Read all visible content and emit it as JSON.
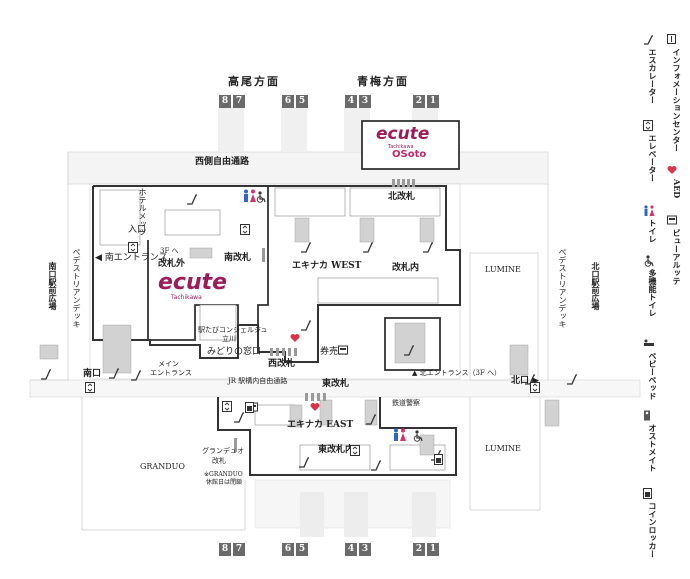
{
  "directions": {
    "takao": "高尾方面",
    "ome": "青梅方面"
  },
  "platforms_top": [
    "8",
    "7",
    "6",
    "5",
    "4",
    "3",
    "2",
    "1"
  ],
  "platforms_bottom": [
    "8",
    "7",
    "6",
    "5",
    "4",
    "3",
    "2",
    "1"
  ],
  "ecute_osoto": {
    "brand": "ecute",
    "sub": "Tachikawa",
    "name": "OSoto"
  },
  "ecute_main": {
    "brand": "ecute",
    "sub": "Tachikawa"
  },
  "labels": {
    "west_passage": "西側自由通路",
    "south_plaza": "南口駅前広場",
    "south_deck": "ペデストリアンデッキ",
    "north_deck": "ペデストリアンデッキ",
    "north_plaza": "北口駅前広場",
    "hotel_mets": "ホテルメッツ",
    "iriguchi": "入口",
    "to_3f": "3F へ",
    "outside_gate": "改札外",
    "south_entrance": "◀ 南エントランス",
    "south_gate": "南改札",
    "north_gate": "北改札",
    "ekinaka_west": "エキナカ WEST",
    "inside_gate": "改札内",
    "lumine_top": "LUMINE",
    "lumine_bottom": "LUMINE",
    "concierge": "駅たびコンシェルジュ",
    "concierge_place": "立川",
    "midori": "みどりの窓口",
    "ticket_machine": "券売機",
    "west_gate": "西改札",
    "main_entrance": "メイン",
    "main_entrance_2": "エントランス",
    "minami_guchi": "南口",
    "north_entrance": "▲ 北エントランス（3F へ）",
    "kita_guchi": "北口 ▶",
    "jr_passage": "JR 駅構内自由通路",
    "east_gate": "東改札",
    "police": "鉄道警察",
    "ekinaka_east": "エキナカ EAST",
    "east_inside": "東改札内",
    "granduo_gate": "グランデュオ",
    "granduo_gate_2": "改札",
    "granduo": "GRANDUO",
    "granduo_note": "※GRANDUO",
    "granduo_note_2": "休館日は閉鎖"
  },
  "legend": [
    {
      "icon": "information-center-icon",
      "label": "インフォメーションセンター"
    },
    {
      "icon": "escalator-icon",
      "label": "エスカレーター"
    },
    {
      "icon": "aed-icon",
      "label": "AED"
    },
    {
      "icon": "elevator-icon",
      "label": "エレベーター"
    },
    {
      "icon": "view-alte-icon",
      "label": "ビューアルッテ"
    },
    {
      "icon": "toilet-icon",
      "label": "トイレ"
    },
    {
      "icon": "multipurpose-toilet-icon",
      "label": "多機能トイレ"
    },
    {
      "icon": "baby-bed-icon",
      "label": "ベビーベッド"
    },
    {
      "icon": "ostomate-icon",
      "label": "オストメイト"
    },
    {
      "icon": "coin-locker-icon",
      "label": "コインロッカー"
    }
  ],
  "colors": {
    "ecute": "#9b1c5b",
    "platform": "#6a6a6a",
    "building": "#9a9a9a",
    "stairs": "#c8c8c8",
    "outline": "#333333"
  }
}
